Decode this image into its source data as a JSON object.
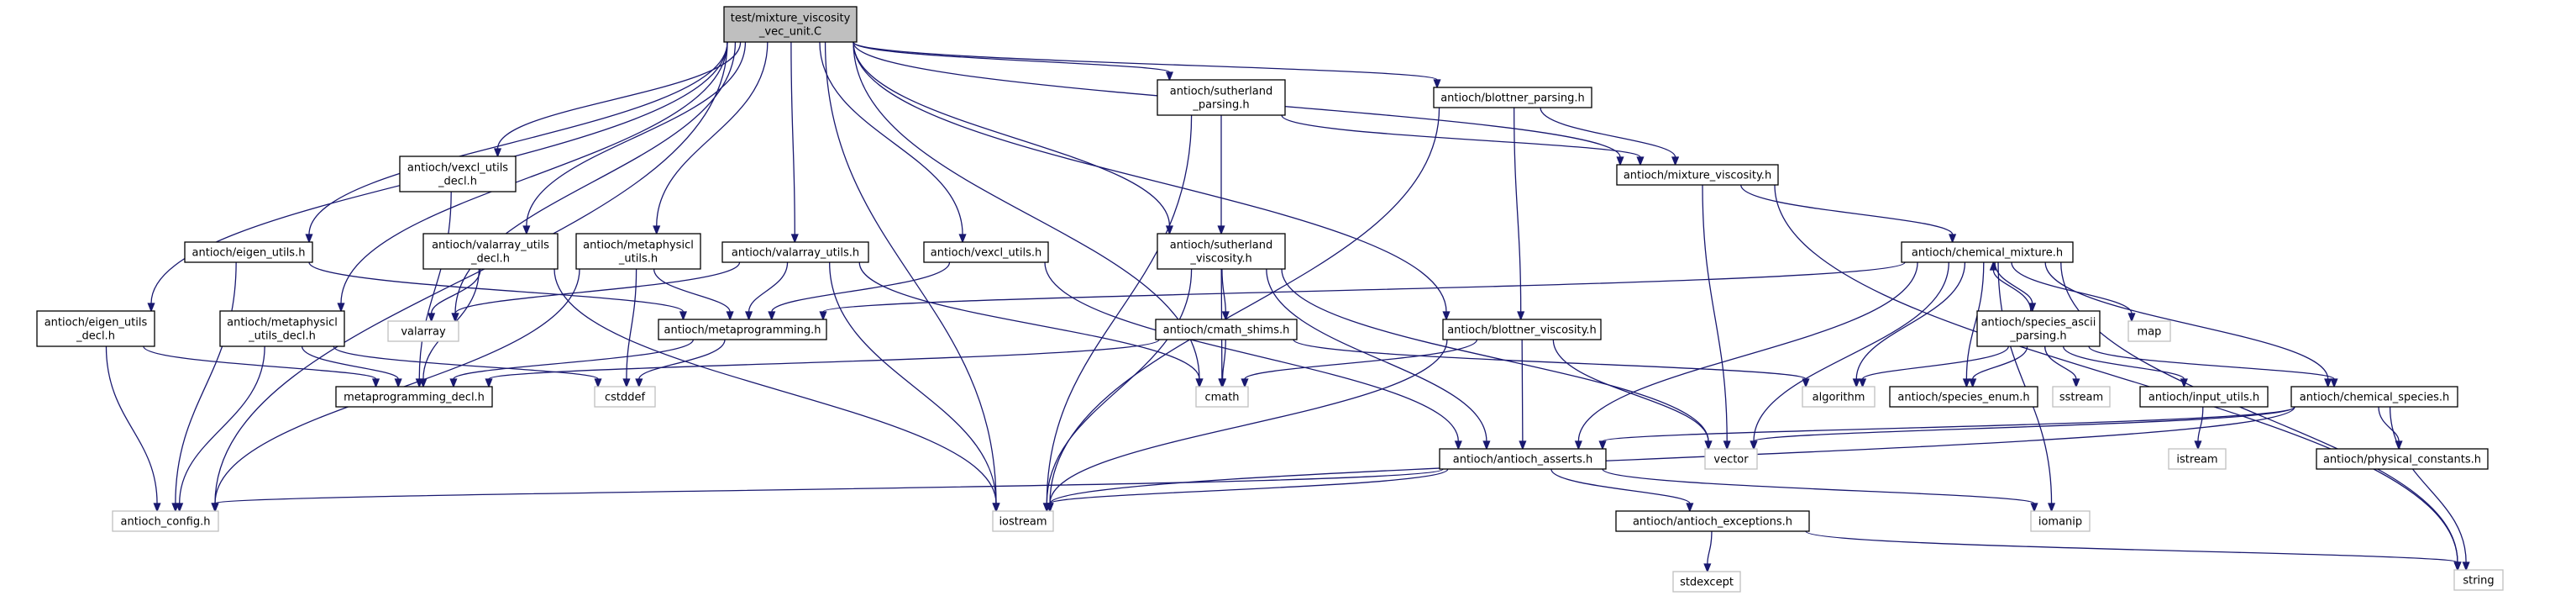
{
  "colors": {
    "edge": "#191970",
    "root_fill": "#bfbfbf",
    "root_stroke": "#000000",
    "header_fill": "#ffffff",
    "header_stroke": "#000000",
    "system_fill": "#ffffff",
    "system_stroke": "#bfbfbf",
    "text": "#000000"
  },
  "nodes": [
    {
      "id": "root",
      "kind": "root",
      "lines": [
        "test/mixture_viscosity",
        "_vec_unit.C"
      ]
    },
    {
      "id": "sutherland_parsing",
      "kind": "header",
      "lines": [
        "antioch/sutherland",
        "_parsing.h"
      ]
    },
    {
      "id": "blottner_parsing",
      "kind": "header",
      "lines": [
        "antioch/blottner_parsing.h"
      ]
    },
    {
      "id": "mixture_viscosity",
      "kind": "header",
      "lines": [
        "antioch/mixture_viscosity.h"
      ]
    },
    {
      "id": "vexcl_utils_decl",
      "kind": "header",
      "lines": [
        "antioch/vexcl_utils",
        "_decl.h"
      ]
    },
    {
      "id": "eigen_utils",
      "kind": "header",
      "lines": [
        "antioch/eigen_utils.h"
      ]
    },
    {
      "id": "valarray_utils_decl",
      "kind": "header",
      "lines": [
        "antioch/valarray_utils",
        "_decl.h"
      ]
    },
    {
      "id": "metaphysicl_utils",
      "kind": "header",
      "lines": [
        "antioch/metaphysicl",
        "_utils.h"
      ]
    },
    {
      "id": "valarray_utils",
      "kind": "header",
      "lines": [
        "antioch/valarray_utils.h"
      ]
    },
    {
      "id": "vexcl_utils",
      "kind": "header",
      "lines": [
        "antioch/vexcl_utils.h"
      ]
    },
    {
      "id": "sutherland_viscosity",
      "kind": "header",
      "lines": [
        "antioch/sutherland",
        "_viscosity.h"
      ]
    },
    {
      "id": "chemical_mixture",
      "kind": "header",
      "lines": [
        "antioch/chemical_mixture.h"
      ]
    },
    {
      "id": "eigen_utils_decl",
      "kind": "header",
      "lines": [
        "antioch/eigen_utils",
        "_decl.h"
      ]
    },
    {
      "id": "metaphysicl_utils_decl",
      "kind": "header",
      "lines": [
        "antioch/metaphysicl",
        "_utils_decl.h"
      ]
    },
    {
      "id": "valarray",
      "kind": "system",
      "lines": [
        "valarray"
      ]
    },
    {
      "id": "metaprogramming",
      "kind": "header",
      "lines": [
        "antioch/metaprogramming.h"
      ]
    },
    {
      "id": "cmath_shims",
      "kind": "header",
      "lines": [
        "antioch/cmath_shims.h"
      ]
    },
    {
      "id": "blottner_viscosity",
      "kind": "header",
      "lines": [
        "antioch/blottner_viscosity.h"
      ]
    },
    {
      "id": "species_ascii_parsing",
      "kind": "header",
      "lines": [
        "antioch/species_ascii",
        "_parsing.h"
      ]
    },
    {
      "id": "map",
      "kind": "system",
      "lines": [
        "map"
      ]
    },
    {
      "id": "metaprogramming_decl",
      "kind": "header",
      "lines": [
        "metaprogramming_decl.h"
      ]
    },
    {
      "id": "cstddef",
      "kind": "system",
      "lines": [
        "cstddef"
      ]
    },
    {
      "id": "cmath",
      "kind": "system",
      "lines": [
        "cmath"
      ]
    },
    {
      "id": "algorithm",
      "kind": "system",
      "lines": [
        "algorithm"
      ]
    },
    {
      "id": "species_enum",
      "kind": "header",
      "lines": [
        "antioch/species_enum.h"
      ]
    },
    {
      "id": "sstream",
      "kind": "system",
      "lines": [
        "sstream"
      ]
    },
    {
      "id": "input_utils",
      "kind": "header",
      "lines": [
        "antioch/input_utils.h"
      ]
    },
    {
      "id": "chemical_species",
      "kind": "header",
      "lines": [
        "antioch/chemical_species.h"
      ]
    },
    {
      "id": "vector",
      "kind": "system",
      "lines": [
        "vector"
      ]
    },
    {
      "id": "antioch_asserts",
      "kind": "header",
      "lines": [
        "antioch/antioch_asserts.h"
      ]
    },
    {
      "id": "istream",
      "kind": "system",
      "lines": [
        "istream"
      ]
    },
    {
      "id": "physical_constants",
      "kind": "header",
      "lines": [
        "antioch/physical_constants.h"
      ]
    },
    {
      "id": "antioch_config",
      "kind": "system",
      "lines": [
        "antioch_config.h"
      ]
    },
    {
      "id": "iostream",
      "kind": "system",
      "lines": [
        "iostream"
      ]
    },
    {
      "id": "iomanip",
      "kind": "system",
      "lines": [
        "iomanip"
      ]
    },
    {
      "id": "antioch_exceptions",
      "kind": "header",
      "lines": [
        "antioch/antioch_exceptions.h"
      ]
    },
    {
      "id": "string",
      "kind": "system",
      "lines": [
        "string"
      ]
    },
    {
      "id": "stdexcept",
      "kind": "system",
      "lines": [
        "stdexcept"
      ]
    }
  ],
  "edges": [
    [
      "root",
      "sutherland_parsing"
    ],
    [
      "root",
      "blottner_parsing"
    ],
    [
      "root",
      "mixture_viscosity"
    ],
    [
      "root",
      "vexcl_utils_decl"
    ],
    [
      "root",
      "eigen_utils"
    ],
    [
      "root",
      "valarray_utils_decl"
    ],
    [
      "root",
      "metaphysicl_utils"
    ],
    [
      "root",
      "valarray_utils"
    ],
    [
      "root",
      "vexcl_utils"
    ],
    [
      "root",
      "sutherland_viscosity"
    ],
    [
      "root",
      "eigen_utils_decl"
    ],
    [
      "root",
      "metaphysicl_utils_decl"
    ],
    [
      "root",
      "valarray"
    ],
    [
      "root",
      "cmath"
    ],
    [
      "root",
      "blottner_viscosity"
    ],
    [
      "root",
      "antioch_config"
    ],
    [
      "root",
      "iostream"
    ],
    [
      "sutherland_parsing",
      "sutherland_viscosity"
    ],
    [
      "sutherland_parsing",
      "mixture_viscosity"
    ],
    [
      "sutherland_parsing",
      "iostream"
    ],
    [
      "blottner_parsing",
      "mixture_viscosity"
    ],
    [
      "blottner_parsing",
      "blottner_viscosity"
    ],
    [
      "blottner_parsing",
      "iostream"
    ],
    [
      "mixture_viscosity",
      "chemical_mixture"
    ],
    [
      "mixture_viscosity",
      "vector"
    ],
    [
      "mixture_viscosity",
      "string"
    ],
    [
      "vexcl_utils_decl",
      "metaprogramming_decl"
    ],
    [
      "eigen_utils",
      "metaprogramming"
    ],
    [
      "eigen_utils",
      "antioch_config"
    ],
    [
      "valarray_utils_decl",
      "valarray"
    ],
    [
      "valarray_utils_decl",
      "metaprogramming_decl"
    ],
    [
      "valarray_utils_decl",
      "iostream"
    ],
    [
      "metaphysicl_utils",
      "metaprogramming"
    ],
    [
      "metaphysicl_utils",
      "cstddef"
    ],
    [
      "metaphysicl_utils",
      "antioch_config"
    ],
    [
      "valarray_utils",
      "valarray"
    ],
    [
      "valarray_utils",
      "metaprogramming"
    ],
    [
      "valarray_utils",
      "cmath"
    ],
    [
      "valarray_utils",
      "iostream"
    ],
    [
      "vexcl_utils",
      "metaprogramming"
    ],
    [
      "vexcl_utils",
      "antioch_asserts"
    ],
    [
      "sutherland_viscosity",
      "cmath_shims"
    ],
    [
      "sutherland_viscosity",
      "cmath"
    ],
    [
      "sutherland_viscosity",
      "antioch_asserts"
    ],
    [
      "sutherland_viscosity",
      "vector"
    ],
    [
      "sutherland_viscosity",
      "iostream"
    ],
    [
      "chemical_mixture",
      "metaprogramming"
    ],
    [
      "chemical_mixture",
      "species_ascii_parsing"
    ],
    [
      "chemical_mixture",
      "map"
    ],
    [
      "chemical_mixture",
      "algorithm"
    ],
    [
      "chemical_mixture",
      "species_enum"
    ],
    [
      "chemical_mixture",
      "chemical_species"
    ],
    [
      "chemical_mixture",
      "vector"
    ],
    [
      "chemical_mixture",
      "antioch_asserts"
    ],
    [
      "chemical_mixture",
      "iomanip"
    ],
    [
      "chemical_mixture",
      "string"
    ],
    [
      "eigen_utils_decl",
      "metaprogramming_decl"
    ],
    [
      "eigen_utils_decl",
      "antioch_config"
    ],
    [
      "metaphysicl_utils_decl",
      "metaprogramming_decl"
    ],
    [
      "metaphysicl_utils_decl",
      "cstddef"
    ],
    [
      "metaphysicl_utils_decl",
      "antioch_config"
    ],
    [
      "metaprogramming",
      "metaprogramming_decl"
    ],
    [
      "metaprogramming",
      "cstddef"
    ],
    [
      "cmath_shims",
      "metaprogramming_decl"
    ],
    [
      "cmath_shims",
      "cmath"
    ],
    [
      "cmath_shims",
      "algorithm"
    ],
    [
      "blottner_viscosity",
      "cmath"
    ],
    [
      "blottner_viscosity",
      "antioch_asserts"
    ],
    [
      "blottner_viscosity",
      "vector"
    ],
    [
      "blottner_viscosity",
      "iostream"
    ],
    [
      "species_ascii_parsing",
      "chemical_mixture"
    ],
    [
      "species_ascii_parsing",
      "species_enum"
    ],
    [
      "species_ascii_parsing",
      "algorithm"
    ],
    [
      "species_ascii_parsing",
      "sstream"
    ],
    [
      "species_ascii_parsing",
      "input_utils"
    ],
    [
      "species_ascii_parsing",
      "chemical_species"
    ],
    [
      "input_utils",
      "istream"
    ],
    [
      "chemical_species",
      "antioch_asserts"
    ],
    [
      "chemical_species",
      "vector"
    ],
    [
      "chemical_species",
      "physical_constants"
    ],
    [
      "chemical_species",
      "string"
    ],
    [
      "chemical_species",
      "iostream"
    ],
    [
      "antioch_asserts",
      "antioch_exceptions"
    ],
    [
      "antioch_asserts",
      "iostream"
    ],
    [
      "antioch_asserts",
      "iomanip"
    ],
    [
      "antioch_asserts",
      "antioch_config"
    ],
    [
      "antioch_exceptions",
      "stdexcept"
    ],
    [
      "antioch_exceptions",
      "string"
    ]
  ]
}
